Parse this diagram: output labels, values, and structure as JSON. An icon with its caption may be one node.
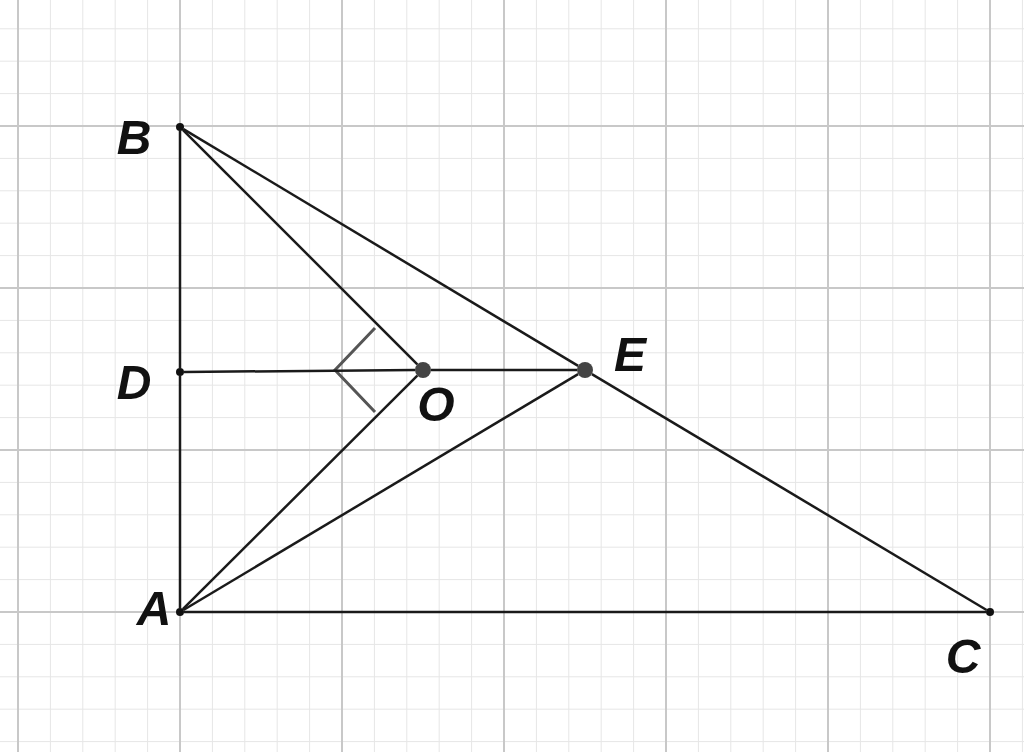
{
  "diagram": {
    "nodes": [
      {
        "text": [],
        "shape": "circle",
        "beside": [
          "B"
        ]
      },
      {
        "text": [],
        "shape": "circle",
        "beside": [
          "D"
        ]
      },
      {
        "text": [],
        "shape": "circle",
        "beside": [
          "O"
        ]
      },
      {
        "text": [],
        "shape": "circle",
        "beside": [
          "E"
        ]
      },
      {
        "text": [],
        "shape": "circle",
        "beside": [
          "A"
        ]
      },
      {
        "text": [],
        "shape": "circle",
        "beside": [
          "C"
        ]
      }
    ],
    "edges": [
      {
        "from": 0,
        "to": 1,
        "arrow": "none"
      },
      {
        "from": 1,
        "to": 4,
        "arrow": "none"
      },
      {
        "from": 4,
        "to": 5,
        "arrow": "none"
      },
      {
        "from": 0,
        "to": 3,
        "arrow": "none"
      },
      {
        "from": 3,
        "to": 5,
        "arrow": "none"
      },
      {
        "from": 1,
        "to": 2,
        "arrow": "none"
      },
      {
        "from": 2,
        "to": 3,
        "arrow": "none"
      },
      {
        "from": 0,
        "to": 2,
        "arrow": "none"
      },
      {
        "from": 4,
        "to": 2,
        "arrow": "none"
      },
      {
        "from": 4,
        "to": 3,
        "arrow": "none"
      }
    ]
  }
}
